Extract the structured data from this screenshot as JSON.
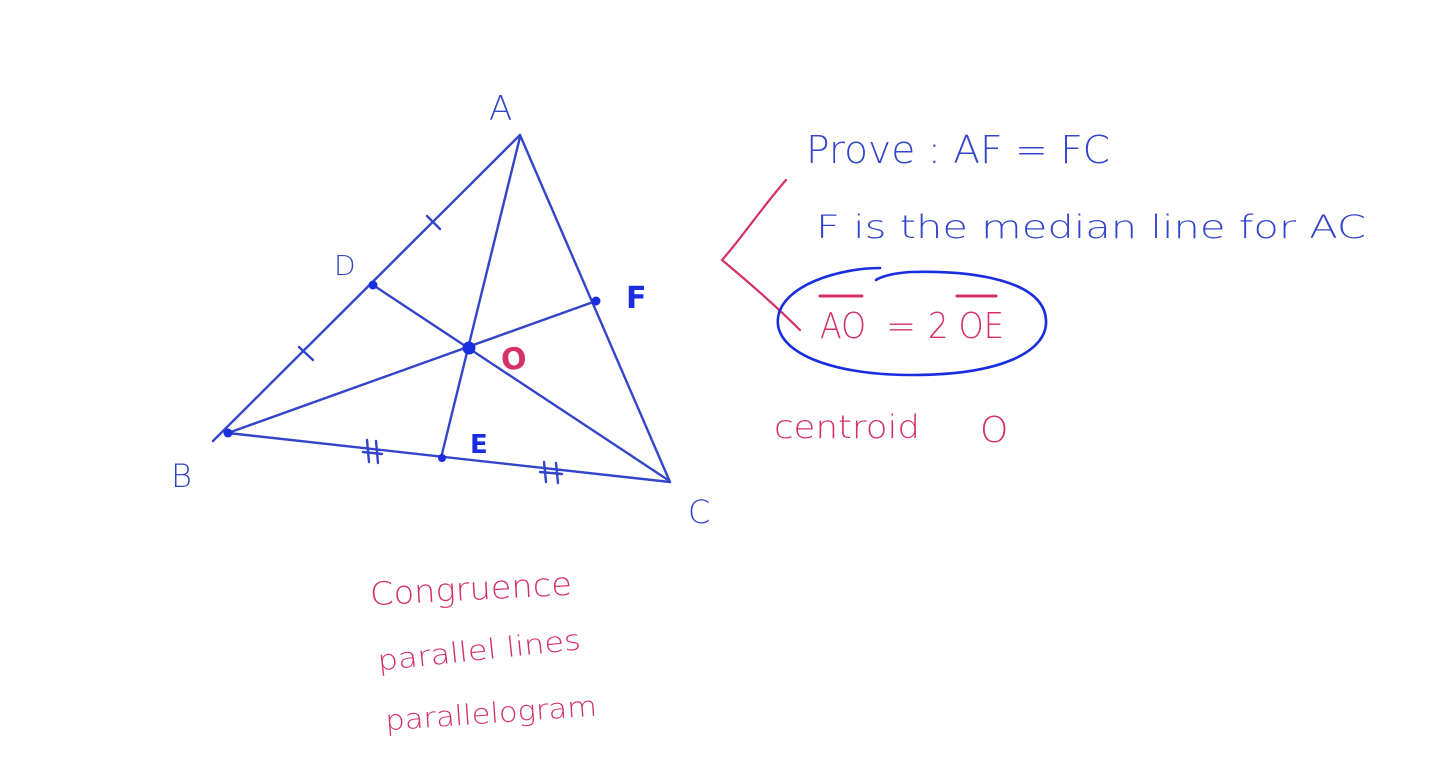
{
  "colors": {
    "background": "#ffffff",
    "ink_blue": "#3345c8",
    "ink_blue_bright": "#1a2ee0",
    "ink_red": "#d4306a"
  },
  "diagram": {
    "vertices": {
      "A": "A",
      "B": "B",
      "C": "C"
    },
    "points": {
      "D": "D",
      "E": "E",
      "F": "F",
      "O": "O"
    }
  },
  "notes": {
    "prove_line": "Prove :  AF = FC",
    "median_line": "F  is  the  median line for AC",
    "ratio_line_left": "AO",
    "ratio_line_eq": "=",
    "ratio_line_right": "2 OE",
    "centroid_label": "centroid",
    "centroid_point": "O"
  },
  "methods": {
    "items": [
      "Congruence",
      "parallel lines",
      "parallelogram"
    ]
  }
}
